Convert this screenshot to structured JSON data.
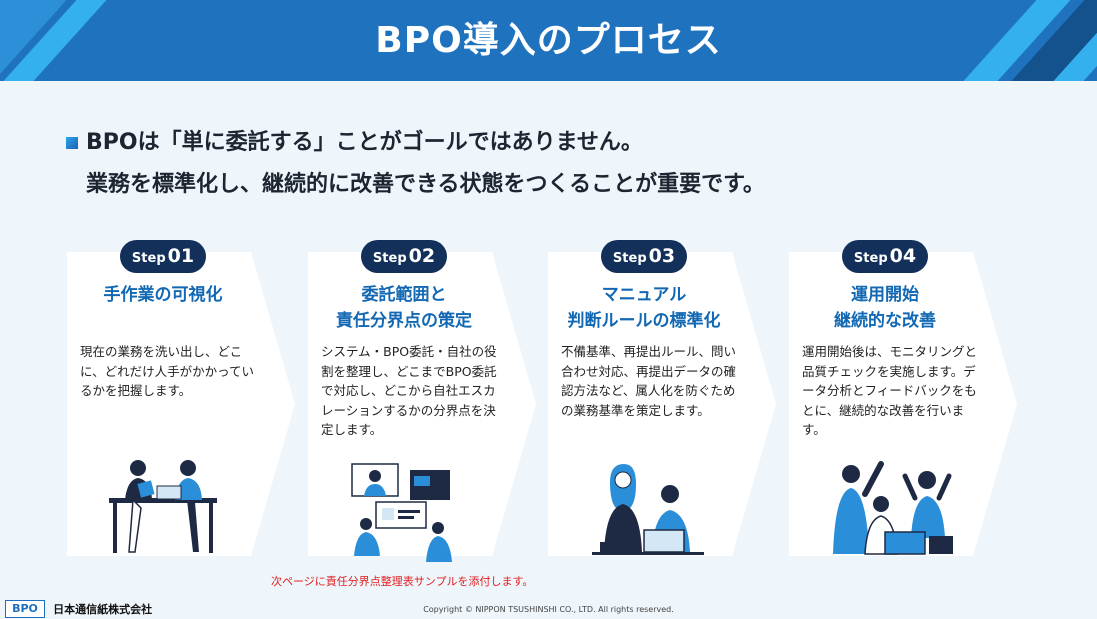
{
  "header": {
    "title": "BPO導入のプロセス"
  },
  "intro": {
    "line1": "BPOは「単に委託する」ことがゴールではありません。",
    "line2": "業務を標準化し、継続的に改善できる状態をつくることが重要です。"
  },
  "steps": [
    {
      "badge_word": "Step",
      "badge_num": "01",
      "title": "手作業の可視化",
      "description": "現在の業務を洗い出し、どこに、どれだけ人手がかかっているかを把握します。"
    },
    {
      "badge_word": "Step",
      "badge_num": "02",
      "title": "委託範囲と\n責任分界点の策定",
      "description": "システム・BPO委託・自社の役割を整理し、どこまでBPO委託で対応し、どこから自社エスカレーションするかの分界点を決定します。"
    },
    {
      "badge_word": "Step",
      "badge_num": "03",
      "title": "マニュアル\n判断ルールの標準化",
      "description": "不備基準、再提出ルール、問い合わせ対応、再提出データの確認方法など、属人化を防ぐための業務基準を策定します。"
    },
    {
      "badge_word": "Step",
      "badge_num": "04",
      "title": "運用開始\n継続的な改善",
      "description": "運用開始後は、モニタリングと品質チェックを実施します。データ分析とフィードバックをもとに、継続的な改善を行います。"
    }
  ],
  "note": "次ページに責任分界点整理表サンプルを添付します。",
  "footer": {
    "logo_mark": "BPO",
    "company": "日本通信紙株式会社",
    "copyright": "Copyright © NIPPON TSUSHINSHI CO., LTD. All rights reserved."
  },
  "colors": {
    "header_bg": "#1f73be",
    "accent_blue": "#1268b3",
    "badge_bg": "#12305a",
    "note_red": "#e02020"
  }
}
